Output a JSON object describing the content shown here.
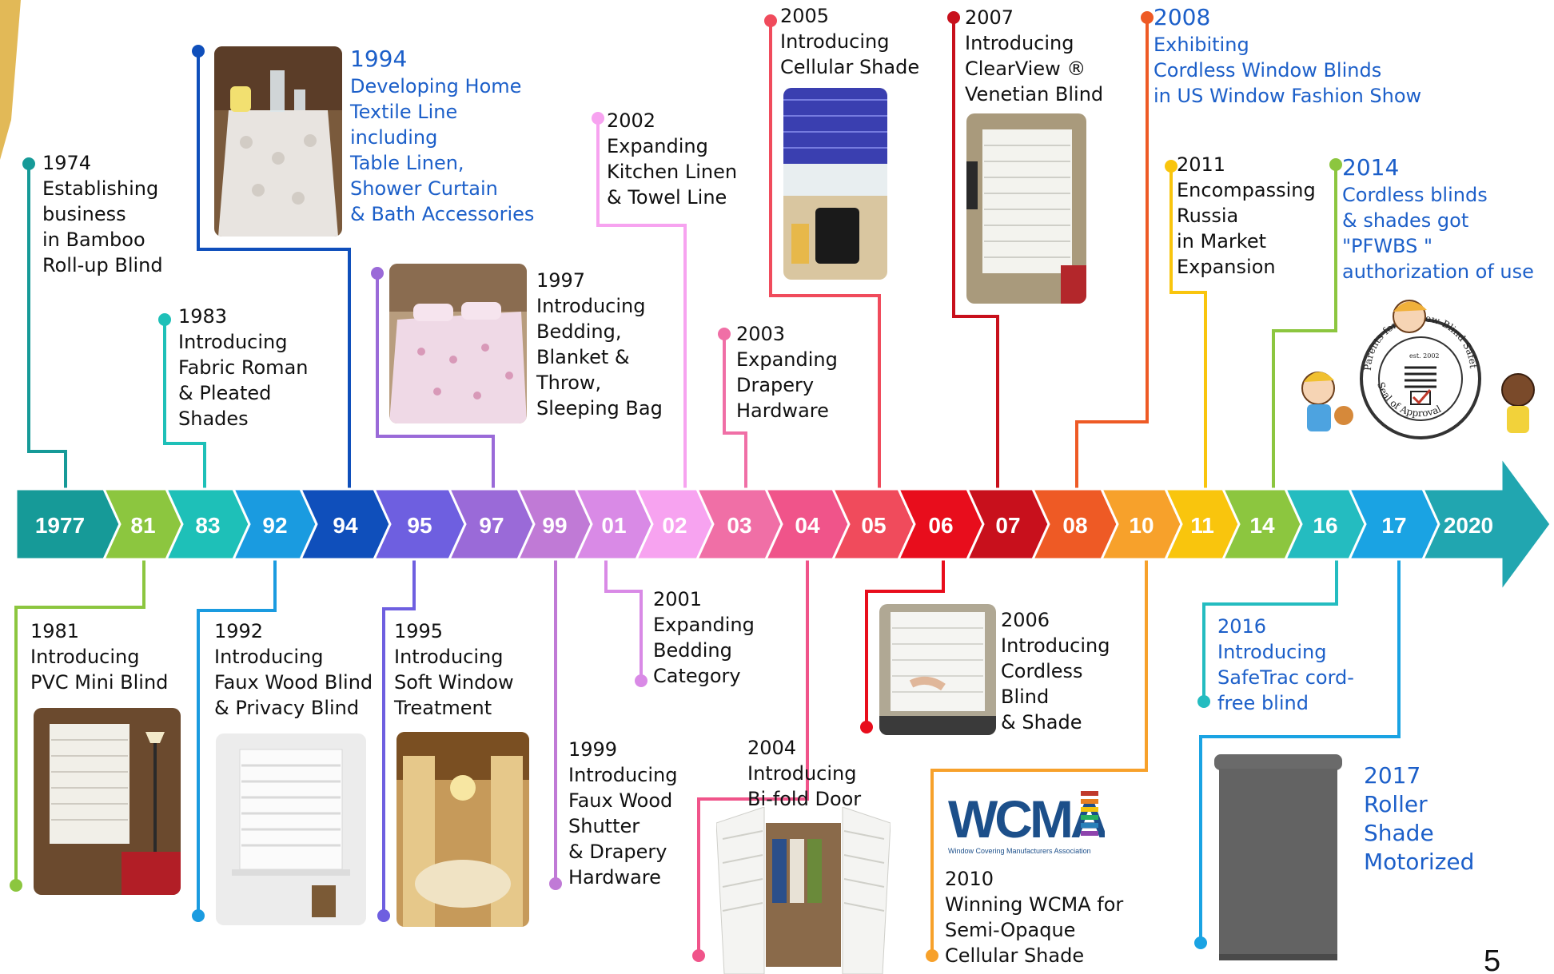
{
  "timeline_labels": [
    {
      "label": "1977",
      "color": "#169a98"
    },
    {
      "label": "81",
      "color": "#8cc63f"
    },
    {
      "label": "83",
      "color": "#1ec0b8"
    },
    {
      "label": "92",
      "color": "#1a9be0"
    },
    {
      "label": "94",
      "color": "#0f4fbb"
    },
    {
      "label": "95",
      "color": "#6e5fe0"
    },
    {
      "label": "97",
      "color": "#9a6ad8"
    },
    {
      "label": "99",
      "color": "#c07ad6"
    },
    {
      "label": "01",
      "color": "#d98ae6"
    },
    {
      "label": "02",
      "color": "#f7a3f0"
    },
    {
      "label": "03",
      "color": "#f06fa6"
    },
    {
      "label": "04",
      "color": "#f0548a"
    },
    {
      "label": "05",
      "color": "#f04b5c"
    },
    {
      "label": "06",
      "color": "#e80d1c"
    },
    {
      "label": "07",
      "color": "#c8101c"
    },
    {
      "label": "08",
      "color": "#ee5a25"
    },
    {
      "label": "10",
      "color": "#f7a12b"
    },
    {
      "label": "11",
      "color": "#f9c50d"
    },
    {
      "label": "14",
      "color": "#8cc63f"
    },
    {
      "label": "16",
      "color": "#24bcc0"
    },
    {
      "label": "17",
      "color": "#1aa3e3"
    },
    {
      "label": "2020",
      "color": "#21a6b0"
    }
  ],
  "events": {
    "e1974": {
      "year": "1974",
      "lines": [
        "Establishing",
        "business",
        "in Bamboo",
        "Roll-up Blind"
      ]
    },
    "e1981": {
      "year": "1981",
      "lines": [
        "Introducing",
        "PVC Mini Blind"
      ]
    },
    "e1983": {
      "year": "1983",
      "lines": [
        "Introducing",
        "Fabric Roman",
        "& Pleated",
        "Shades"
      ]
    },
    "e1992": {
      "year": "1992",
      "lines": [
        "Introducing",
        "Faux Wood Blind",
        "& Privacy Blind"
      ]
    },
    "e1994": {
      "year": "1994",
      "lines": [
        "Developing Home",
        "Textile Line",
        "including",
        "Table Linen,",
        "Shower Curtain",
        "& Bath Accessories"
      ]
    },
    "e1995": {
      "year": "1995",
      "lines": [
        "Introducing",
        "Soft Window",
        "Treatment"
      ]
    },
    "e1997": {
      "year": "1997",
      "lines": [
        "Introducing",
        "Bedding,",
        "Blanket &",
        "Throw,",
        "Sleeping Bag"
      ]
    },
    "e1999": {
      "year": "1999",
      "lines": [
        "Introducing",
        "Faux Wood",
        "Shutter",
        "& Drapery",
        "Hardware"
      ]
    },
    "e2001": {
      "year": "2001",
      "lines": [
        "Expanding",
        "Bedding",
        "Category"
      ]
    },
    "e2002": {
      "year": "2002",
      "lines": [
        "Expanding",
        "Kitchen Linen",
        "& Towel Line"
      ]
    },
    "e2003": {
      "year": "2003",
      "lines": [
        "Expanding",
        "Drapery",
        "Hardware"
      ]
    },
    "e2004": {
      "year": "2004",
      "lines": [
        "Introducing",
        "Bi-fold Door"
      ]
    },
    "e2005": {
      "year": "2005",
      "lines": [
        "Introducing",
        "Cellular Shade"
      ]
    },
    "e2006": {
      "year": "2006",
      "lines": [
        "Introducing",
        "Cordless",
        "Blind",
        "& Shade"
      ]
    },
    "e2007": {
      "year": "2007",
      "lines": [
        "Introducing",
        "ClearView ®",
        "Venetian Blind"
      ]
    },
    "e2008": {
      "year": "2008",
      "lines": [
        "Exhibiting",
        "Cordless Window Blinds",
        "in US Window Fashion Show"
      ]
    },
    "e2010": {
      "year": "2010",
      "lines": [
        "Winning WCMA for",
        "Semi-Opaque",
        "Cellular Shade"
      ]
    },
    "e2011": {
      "year": "2011",
      "lines": [
        "Encompassing",
        "Russia",
        "in Market",
        "Expansion"
      ]
    },
    "e2014": {
      "year": "2014",
      "lines": [
        "Cordless blinds",
        "& shades got",
        "\"PFWBS \"",
        "authorization of use"
      ]
    },
    "e2016": {
      "year": "2016",
      "lines": [
        "Introducing",
        "SafeTrac cord-",
        "free blind"
      ]
    },
    "e2017": {
      "year": "2017",
      "lines": [
        "Roller",
        "Shade",
        "Motorized"
      ]
    }
  },
  "logos": {
    "wcma": {
      "mark": "WCMA",
      "caption": "Window Covering Manufacturers Association"
    },
    "pfwbs": {
      "ring_text": "Parents for Window Blind Safety",
      "bottom_text": "Seal of Approval",
      "est": "est. 2002"
    }
  },
  "page_number": "5"
}
